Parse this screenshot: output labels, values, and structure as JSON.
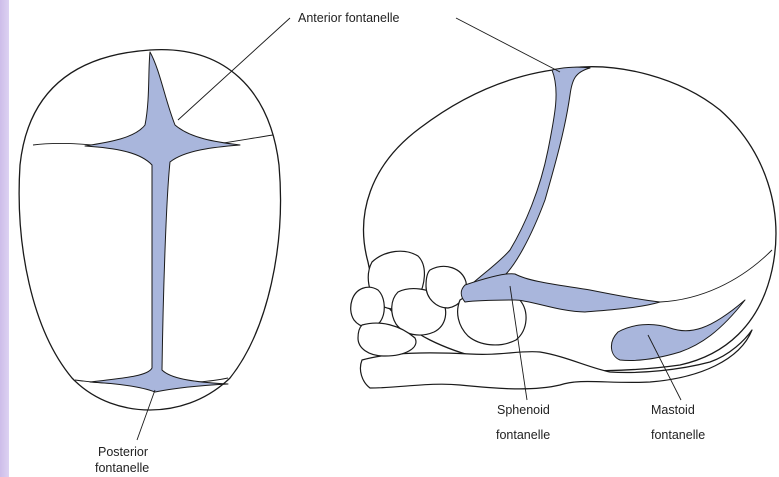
{
  "labels": {
    "anterior": "Anterior fontanelle",
    "posterior_1": "Posterior",
    "posterior_2": "fontanelle",
    "sphenoid_1": "Sphenoid",
    "sphenoid_2": "fontanelle",
    "mastoid_1": "Mastoid",
    "mastoid_2": "fontanelle"
  },
  "colors": {
    "fontanelle": "#a9b6dc",
    "background_border": "#d9ccf0"
  }
}
